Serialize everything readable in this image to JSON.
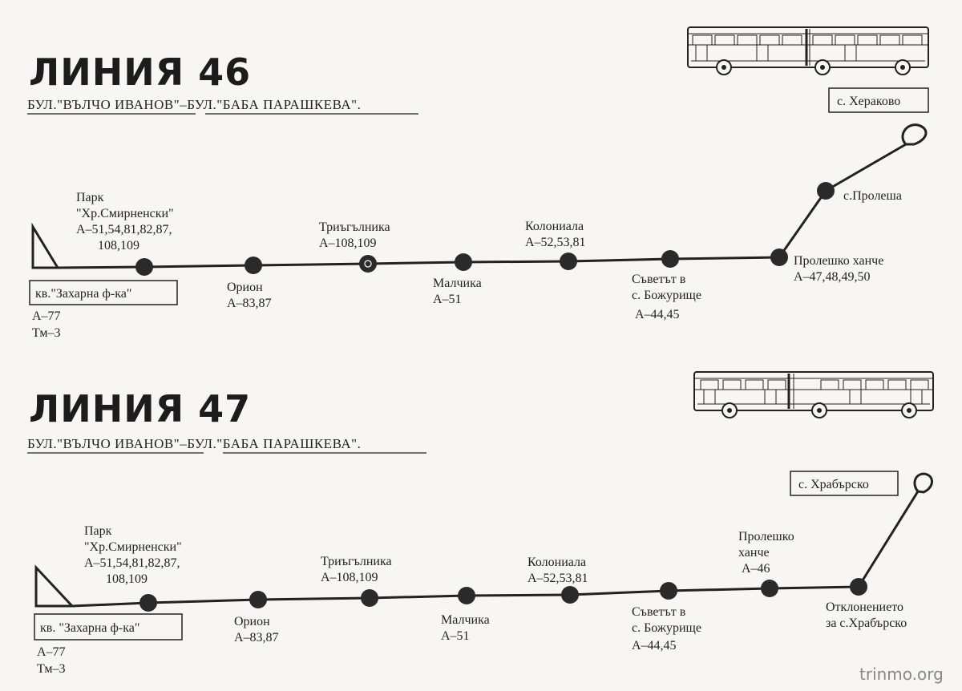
{
  "watermark": "trinmo.org",
  "lines": [
    {
      "title": "ЛИНИЯ 46",
      "route_part1": "БУЛ.\"ВЪЛЧО ИВАНОВ\"",
      "route_dash": "–",
      "route_part2": "БУЛ.\"БАБА ПАРАШКЕВА\"",
      "route_end": ".",
      "start_terminus": {
        "name": "кв.\"Захарна ф-ка\"",
        "connections": [
          "А–77",
          "Тм–3"
        ]
      },
      "end_terminus": "с. Хераково",
      "stops": [
        {
          "lines": [
            "Парк",
            "\"Хр.Смирненски\"",
            "А–51,54,81,82,87,",
            "108,109"
          ]
        },
        {
          "lines": [
            "Орион",
            "А–83,87"
          ]
        },
        {
          "lines": [
            "Триъгълника",
            "А–108,109"
          ]
        },
        {
          "lines": [
            "Малчика",
            "А–51"
          ]
        },
        {
          "lines": [
            "Колониала",
            "А–52,53,81"
          ]
        },
        {
          "lines": [
            "Съветът в",
            "с. Божурище",
            "А–44,45"
          ]
        },
        {
          "lines": [
            "Пролешко ханче",
            "А–47,48,49,50"
          ]
        },
        {
          "lines": [
            "с.Пролеша"
          ]
        }
      ]
    },
    {
      "title": "ЛИНИЯ 47",
      "route_part1": "БУЛ.\"ВЪЛЧО ИВАНОВ\"",
      "route_dash": "–",
      "route_part2": "БУЛ.\"БАБА ПАРАШКЕВА\"",
      "route_end": ".",
      "start_terminus": {
        "name": "кв. \"Захарна ф-ка\"",
        "connections": [
          "А–77",
          "Тм–3"
        ]
      },
      "end_terminus": "с. Храбърско",
      "stops": [
        {
          "lines": [
            "Парк",
            "\"Хр.Смирненски\"",
            "А–51,54,81,82,87,",
            "108,109"
          ]
        },
        {
          "lines": [
            "Орион",
            "А–83,87"
          ]
        },
        {
          "lines": [
            "Триъгълника",
            "А–108,109"
          ]
        },
        {
          "lines": [
            "Малчика",
            "А–51"
          ]
        },
        {
          "lines": [
            "Колониала",
            "А–52,53,81"
          ]
        },
        {
          "lines": [
            "Съветът в",
            "с. Божурище",
            "А–44,45"
          ]
        },
        {
          "lines": [
            "Пролешко",
            "ханче",
            "А–46"
          ]
        },
        {
          "lines": [
            "Отклонението",
            "за с.Храбърско"
          ]
        }
      ]
    }
  ]
}
